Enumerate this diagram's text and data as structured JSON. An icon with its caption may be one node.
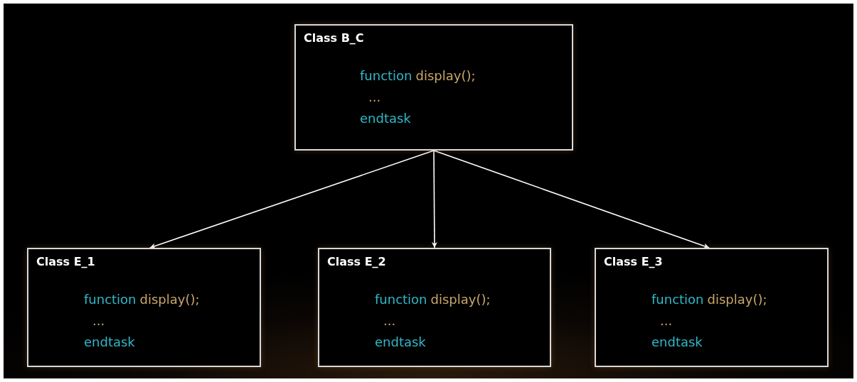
{
  "diagram": {
    "nodes": [
      {
        "text": [
          "Class B_C",
          "function",
          "display();",
          "...",
          "endtask"
        ]
      },
      {
        "text": [
          "Class E_1",
          "function",
          "display();",
          "...",
          "endtask"
        ]
      },
      {
        "text": [
          "Class E_2",
          "function",
          "display();",
          "...",
          "endtask"
        ]
      },
      {
        "text": [
          "Class E_3",
          "function",
          "display();",
          "...",
          "endtask"
        ]
      }
    ],
    "edges": [
      {
        "from": 0,
        "to": 1,
        "arrow": "to"
      },
      {
        "from": 0,
        "to": 2,
        "arrow": "to"
      },
      {
        "from": 0,
        "to": 3,
        "arrow": "to"
      }
    ]
  }
}
